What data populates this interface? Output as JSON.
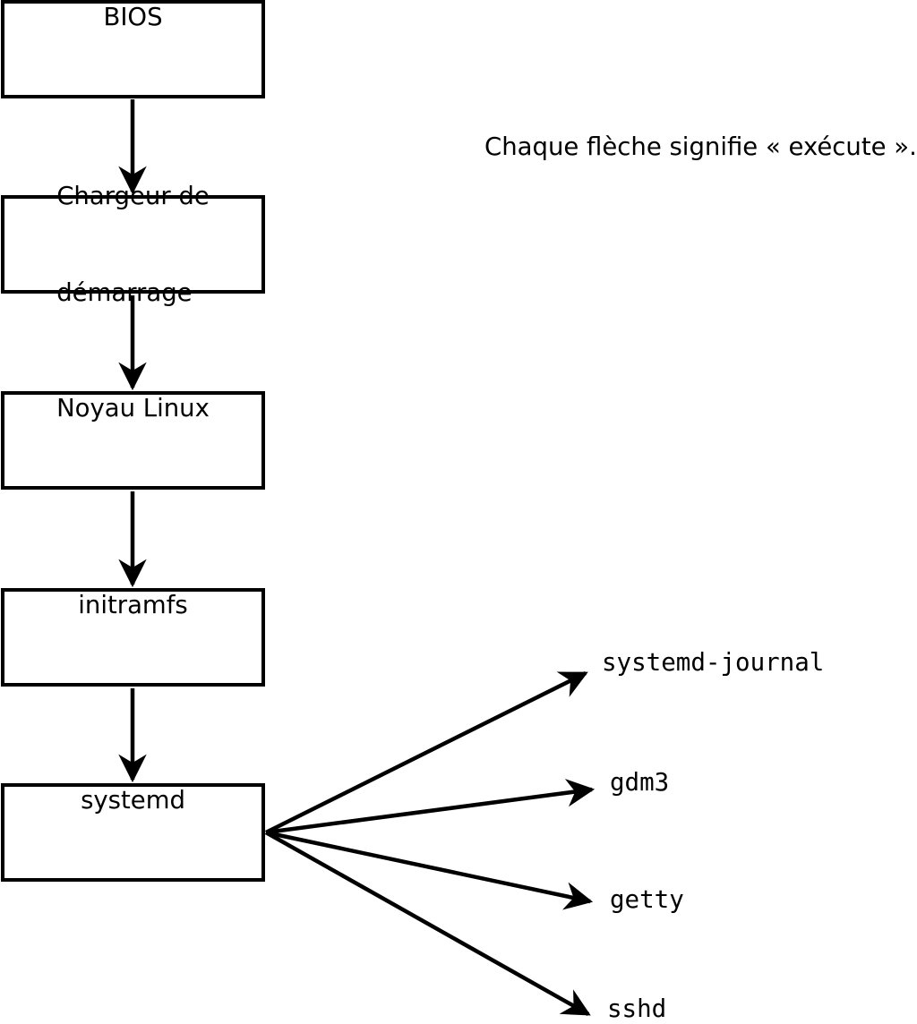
{
  "diagram": {
    "note": "Chaque flèche signifie « exécute ».",
    "boxes": [
      {
        "id": "bios",
        "lines": [
          "BIOS"
        ]
      },
      {
        "id": "bootloader",
        "lines": [
          "Chargeur de",
          "démarrage"
        ]
      },
      {
        "id": "kernel",
        "lines": [
          "Noyau Linux"
        ]
      },
      {
        "id": "initramfs",
        "lines": [
          "initramfs"
        ]
      },
      {
        "id": "systemd",
        "lines": [
          "systemd"
        ]
      }
    ],
    "processes": [
      {
        "label": "systemd-journal"
      },
      {
        "label": "gdm3"
      },
      {
        "label": "getty"
      },
      {
        "label": "sshd"
      }
    ],
    "colors": {
      "ink": "#000000",
      "background": "#ffffff",
      "box_fill": "#ffffff"
    }
  }
}
